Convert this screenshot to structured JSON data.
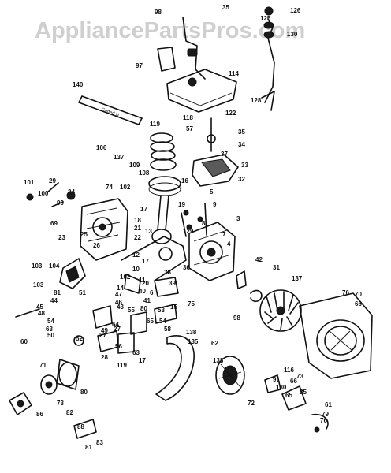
{
  "watermark": "AppliancePartsPros.com",
  "part_label_text": "Coded N",
  "callouts": [
    "98",
    "35",
    "126",
    "125",
    "130",
    "97",
    "114",
    "140",
    "128",
    "122",
    "119",
    "118",
    "57",
    "35",
    "34",
    "37",
    "106",
    "137",
    "109",
    "108",
    "33",
    "29",
    "100",
    "101",
    "74",
    "102",
    "16",
    "32",
    "24",
    "99",
    "103",
    "5",
    "17",
    "18",
    "3",
    "7",
    "4",
    "69",
    "26",
    "21",
    "22",
    "13",
    "129",
    "8",
    "23",
    "25",
    "19",
    "9",
    "42",
    "104",
    "12",
    "31",
    "10",
    "17",
    "11",
    "103",
    "102",
    "14",
    "40",
    "41",
    "20",
    "38",
    "36",
    "39",
    "137",
    "76",
    "70",
    "66",
    "75",
    "80",
    "81",
    "51",
    "44",
    "47",
    "46",
    "6",
    "45",
    "48",
    "43",
    "55",
    "53",
    "54",
    "63",
    "50",
    "52",
    "54",
    "58",
    "65",
    "49",
    "98",
    "138",
    "64",
    "27",
    "15",
    "56",
    "135",
    "60",
    "62",
    "63",
    "138",
    "28",
    "27",
    "17",
    "119",
    "116",
    "66",
    "65",
    "91",
    "61",
    "73",
    "130",
    "76",
    "71",
    "80",
    "79",
    "73",
    "82",
    "81",
    "86",
    "83",
    "88",
    "85",
    "72",
    "63"
  ]
}
